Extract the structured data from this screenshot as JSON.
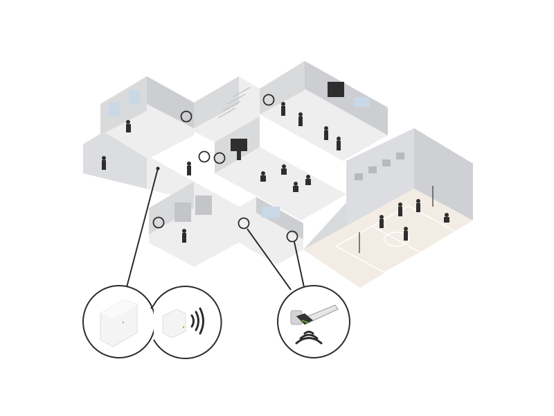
{
  "colors": {
    "background": "#ffffff",
    "wall": "#d9dadc",
    "wall_dark": "#c4c5c8",
    "floor": "#eeeeef",
    "gym_floor": "#f3ece4",
    "court_lines": "#ffffff",
    "callout_line": "#2b2b2b",
    "device": "#f4f4f4",
    "led": "#6fc23a",
    "people": "#2e2e2e"
  },
  "callouts": [
    {
      "icon": "controller-box-icon"
    },
    {
      "icon": "wireless-hub-icon"
    },
    {
      "icon": "wireless-door-handle-icon"
    }
  ],
  "markers": [
    "door-marker",
    "door-marker",
    "door-marker",
    "door-marker",
    "door-marker",
    "door-marker",
    "door-marker"
  ]
}
